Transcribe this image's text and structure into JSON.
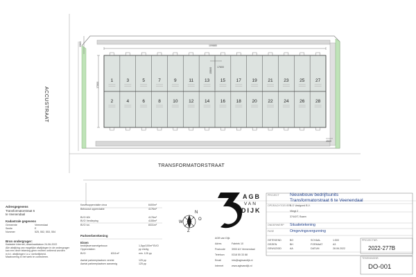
{
  "plan": {
    "unit_numbers_top": [
      "1",
      "3",
      "5",
      "7",
      "9",
      "11",
      "13",
      "15",
      "17",
      "19",
      "21",
      "23",
      "25",
      "27"
    ],
    "unit_numbers_bottom": [
      "2",
      "4",
      "6",
      "8",
      "10",
      "12",
      "14",
      "16",
      "18",
      "20",
      "22",
      "24",
      "26",
      "28"
    ],
    "dim_total_width": "109880",
    "dim_half_depth": "15800",
    "dim_center_row": "17600",
    "dim_left": "17800",
    "dim_top_left": "3965",
    "dim_bottom_right": "4500",
    "street_left": "ACCUSTRAAT",
    "street_bottom": "TRANSFORMATORSTRAAT"
  },
  "left_info": {
    "client_title": "Adresgegevens",
    "client_lines": [
      "Transformatorstraat 6",
      "te Veenendaal"
    ],
    "cadastral_title": "Kadastrale gegevens",
    "cadastral_rows": [
      {
        "label": "Gemeente",
        "value": "Veenendaal"
      },
      {
        "label": "Sectie",
        "value": "E"
      },
      {
        "label": "Nummer",
        "value": "525, 552, 553, 554"
      }
    ],
    "source_title": "Bron ondergrager:",
    "source_lines": [
      "Kadaster Internet; downloaddatum 24-06-2022",
      "Alle afwijking van mogelijke afwijkingen in de ondergrager",
      "kan een deze tekening geen rechten ontleend worden",
      "m.b.t. afwijkingen t.o.v. werkelijkheid.",
      "Maatvoering in het werk te controleren."
    ]
  },
  "area_table": {
    "rows": [
      {
        "label": "Kavelsopperviakte circa",
        "value": "6400m²"
      },
      {
        "label": "Bebouwd oppervlakte",
        "value": "4176m²"
      },
      {
        "label": "BVO 60t",
        "value": "4176m²"
      },
      {
        "label": "BVO Verdieping",
        "value": "4155m²"
      },
      {
        "label": "BVO tot.",
        "value": "8331m²"
      }
    ],
    "parking_title": "Parkeerberekening",
    "parking_heading": "Eisen",
    "parking_rows": [
      {
        "label": "bedrijfsverzamelgebouw",
        "value": "1,5pp/100m² BVO"
      },
      {
        "label": "Oppervlakten",
        "value": "pp eis/kg"
      },
      {
        "label": "BVO",
        "mid": "8311m²",
        "value": "min. 125 pp"
      },
      {
        "label": "Aantal parkeerplaatsen vereist",
        "value": "125 pp"
      },
      {
        "label": "Aantal parkeerplaatsen aanwezig",
        "value": "125 pp"
      }
    ]
  },
  "logo": {
    "line1": "AGB",
    "line2": "VAN",
    "line3": "DIJK"
  },
  "compass": {
    "letters": [
      "W",
      "N",
      "O",
      "Z"
    ]
  },
  "contact": {
    "rows": [
      {
        "label": "AGB van Dijk",
        "value": ""
      },
      {
        "label": "Adres",
        "value": "Fabriek 10"
      },
      {
        "label": "Postcode",
        "value": "3900 AX Veenendaal"
      },
      {
        "label": "Telefoon",
        "value": "0318 55 33 88"
      },
      {
        "label": "Email",
        "value": "info@agbvandijk.nl"
      },
      {
        "label": "Internet",
        "value": "www.agbvandijk.nl"
      }
    ]
  },
  "project": {
    "project_label": "PROJECT",
    "project_title": "Nieuwbouw bedrijfsunits",
    "project_sub": "Transformatorstraat 6 te Veenendaal",
    "client_label": "OPDRACHTGEVER",
    "client_lines": [
      "B.O Vastgoed B.V.",
      "Vliegt 2",
      "3744XT, Baarn"
    ],
    "drawing_label": "ONDERWERP",
    "drawing_value": "Situatietekening",
    "phase_label": "FASE",
    "phase_value": "Omgevingsvergunning",
    "meta": [
      {
        "label": "GETEKEND",
        "value": "BO",
        "label2": "SCHAAL",
        "value2": "1:500"
      },
      {
        "label": "GEZIEN",
        "value": "BH",
        "label2": "FORMAAT",
        "value2": "A3"
      },
      {
        "label": "GEWIJZIGD",
        "value": "AA",
        "label2": "DATUM",
        "value2": "28.06.2022"
      }
    ],
    "project_number_label": "PROJECTNR.",
    "project_number": "2022-277B",
    "drawing_number_label": "TEKENINGNR.",
    "drawing_number": "DO-001"
  }
}
